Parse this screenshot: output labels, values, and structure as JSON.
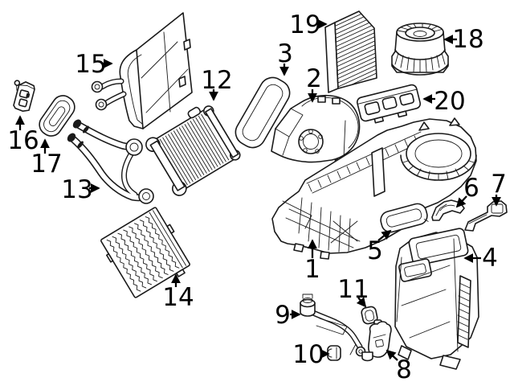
{
  "figure": {
    "type": "exploded-parts-diagram",
    "subject": "HVAC heater and air conditioning unit",
    "background_color": "#ffffff",
    "line_color": "#1a1a1a",
    "label_color": "#000000",
    "callout_count": "20"
  },
  "callouts": [
    {
      "label": "1"
    },
    {
      "label": "2"
    },
    {
      "label": "3"
    },
    {
      "label": "4"
    },
    {
      "label": "5"
    },
    {
      "label": "6"
    },
    {
      "label": "7"
    },
    {
      "label": "8"
    },
    {
      "label": "9"
    },
    {
      "label": "10"
    },
    {
      "label": "11"
    },
    {
      "label": "12"
    },
    {
      "label": "13"
    },
    {
      "label": "14"
    },
    {
      "label": "15"
    },
    {
      "label": "16"
    },
    {
      "label": "17"
    },
    {
      "label": "18"
    },
    {
      "label": "19"
    },
    {
      "label": "20"
    }
  ]
}
